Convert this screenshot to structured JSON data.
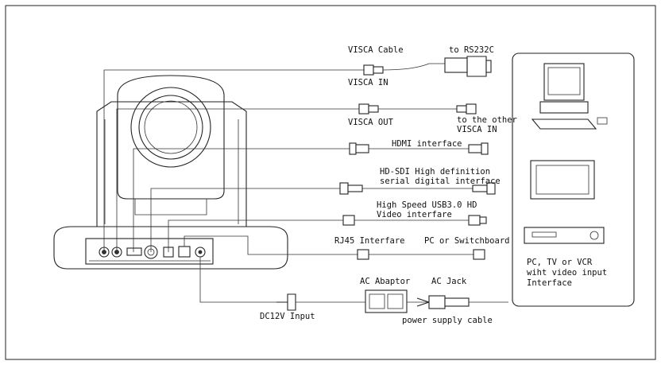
{
  "labels": {
    "visca_cable": "VISCA Cable",
    "to_rs232c": "to RS232C",
    "visca_in": "VISCA IN",
    "visca_out": "VISCA OUT",
    "to_other_1": "to the other",
    "to_other_2": "VISCA IN",
    "hdmi": "HDMI interface",
    "hdsdi_1": "HD-SDI High definition",
    "hdsdi_2": "serial digital interface",
    "usb_1": "High Speed USB3.0 HD",
    "usb_2": "Video interfare",
    "rj45": "RJ45 Interfare",
    "pc_switch": "PC or Switchboard",
    "ac_adaptor": "AC Abaptor",
    "ac_jack": "AC Jack",
    "dc12v": "DC12V Input",
    "power_cable": "power supply cable",
    "pc_tv_1": "PC, TV or VCR",
    "pc_tv_2": "wiht video input",
    "pc_tv_3": "Interface"
  }
}
